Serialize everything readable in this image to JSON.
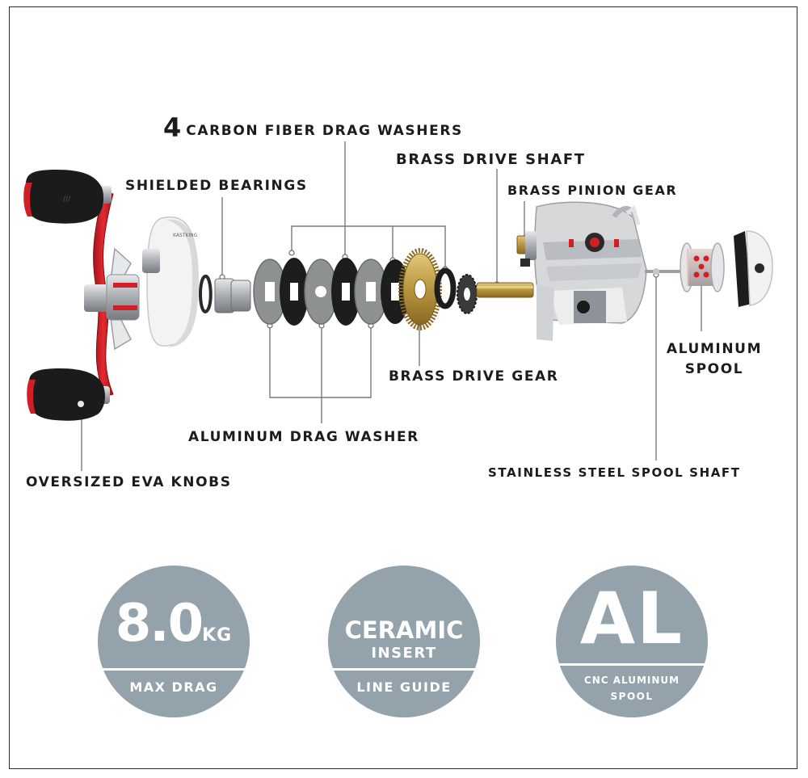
{
  "labels": {
    "carbon_fiber_count": "4",
    "carbon_fiber": "CARBON FIBER DRAG WASHERS",
    "brass_drive_shaft": "BRASS DRIVE SHAFT",
    "shielded_bearings": "SHIELDED BEARINGS",
    "brass_pinion_gear": "BRASS PINION GEAR",
    "aluminum_spool_line1": "ALUMINUM",
    "aluminum_spool_line2": "SPOOL",
    "brass_drive_gear": "BRASS DRIVE GEAR",
    "aluminum_drag_washer": "ALUMINUM DRAG WASHER",
    "stainless_steel_spool_shaft": "STAINLESS STEEL SPOOL SHAFT",
    "oversized_eva_knobs": "OVERSIZED EVA KNOBS"
  },
  "badges": {
    "drag": {
      "value": "8.0",
      "unit": "KG",
      "caption": "MAX DRAG"
    },
    "ceramic": {
      "line1": "CERAMIC",
      "line2": "INSERT",
      "caption": "LINE GUIDE"
    },
    "al": {
      "big": "AL",
      "caption_line1": "CNC ALUMINUM",
      "caption_line2": "SPOOL"
    }
  },
  "colors": {
    "badge_fill": "#93a2ab",
    "accent_red": "#d01f26",
    "brass": "#b8953f",
    "label_text": "#1c1c1c"
  }
}
